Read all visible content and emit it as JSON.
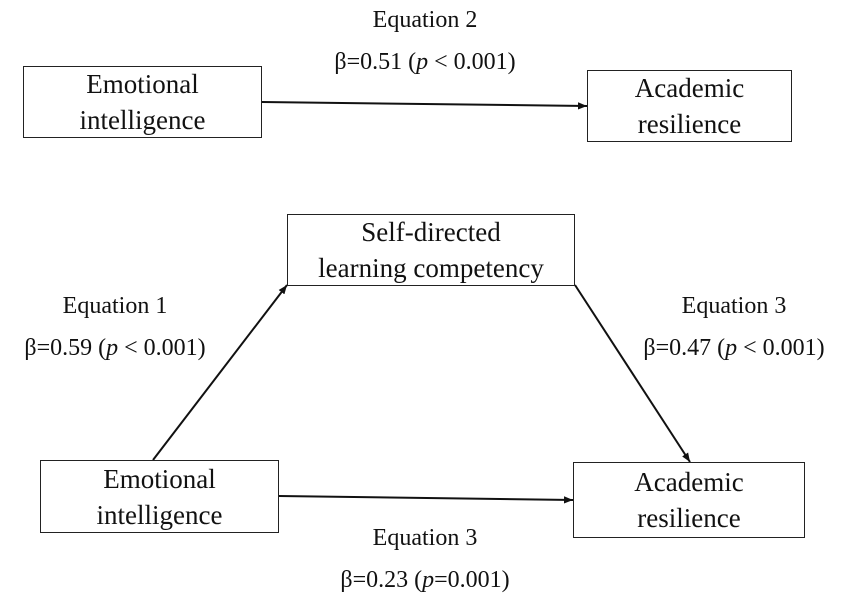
{
  "top_model": {
    "predictor": {
      "line1": "Emotional",
      "line2": "intelligence"
    },
    "outcome": {
      "line1": "Academic",
      "line2": "resilience"
    },
    "path": {
      "equation": "Equation 2",
      "beta": "β=0.51 (",
      "p_symbol": "p",
      "p_value": " < 0.001)"
    }
  },
  "bottom_model": {
    "predictor": {
      "line1": "Emotional",
      "line2": "intelligence"
    },
    "mediator": {
      "line1": "Self-directed",
      "line2": "learning competency"
    },
    "outcome": {
      "line1": "Academic",
      "line2": "resilience"
    },
    "path_a": {
      "equation": "Equation 1",
      "beta": "β=0.59 (",
      "p_symbol": "p",
      "p_value": " < 0.001)"
    },
    "path_b": {
      "equation": "Equation 3",
      "beta": "β=0.47 (",
      "p_symbol": "p",
      "p_value": " < 0.001)"
    },
    "path_c_prime": {
      "equation": "Equation 3",
      "beta": "β=0.23 (",
      "p_symbol": "p",
      "p_value": "=0.001)"
    }
  }
}
